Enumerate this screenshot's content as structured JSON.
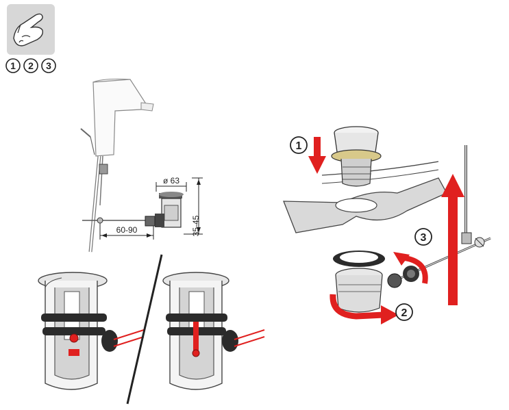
{
  "step_badges": [
    "1",
    "2",
    "3"
  ],
  "dimensions": {
    "diameter": "ø 63",
    "height_range": "35-45",
    "distance_range": "60-90"
  },
  "callouts": {
    "press_in": "1",
    "turn": "2",
    "connect": "3"
  },
  "colors": {
    "accent_red": "#e0201f",
    "outline": "#222222",
    "light_gray": "#d9d9d9",
    "mid_gray": "#9b9b9b",
    "dark": "#2b2b2b"
  },
  "icons": [
    "hand-pressing-icon"
  ]
}
